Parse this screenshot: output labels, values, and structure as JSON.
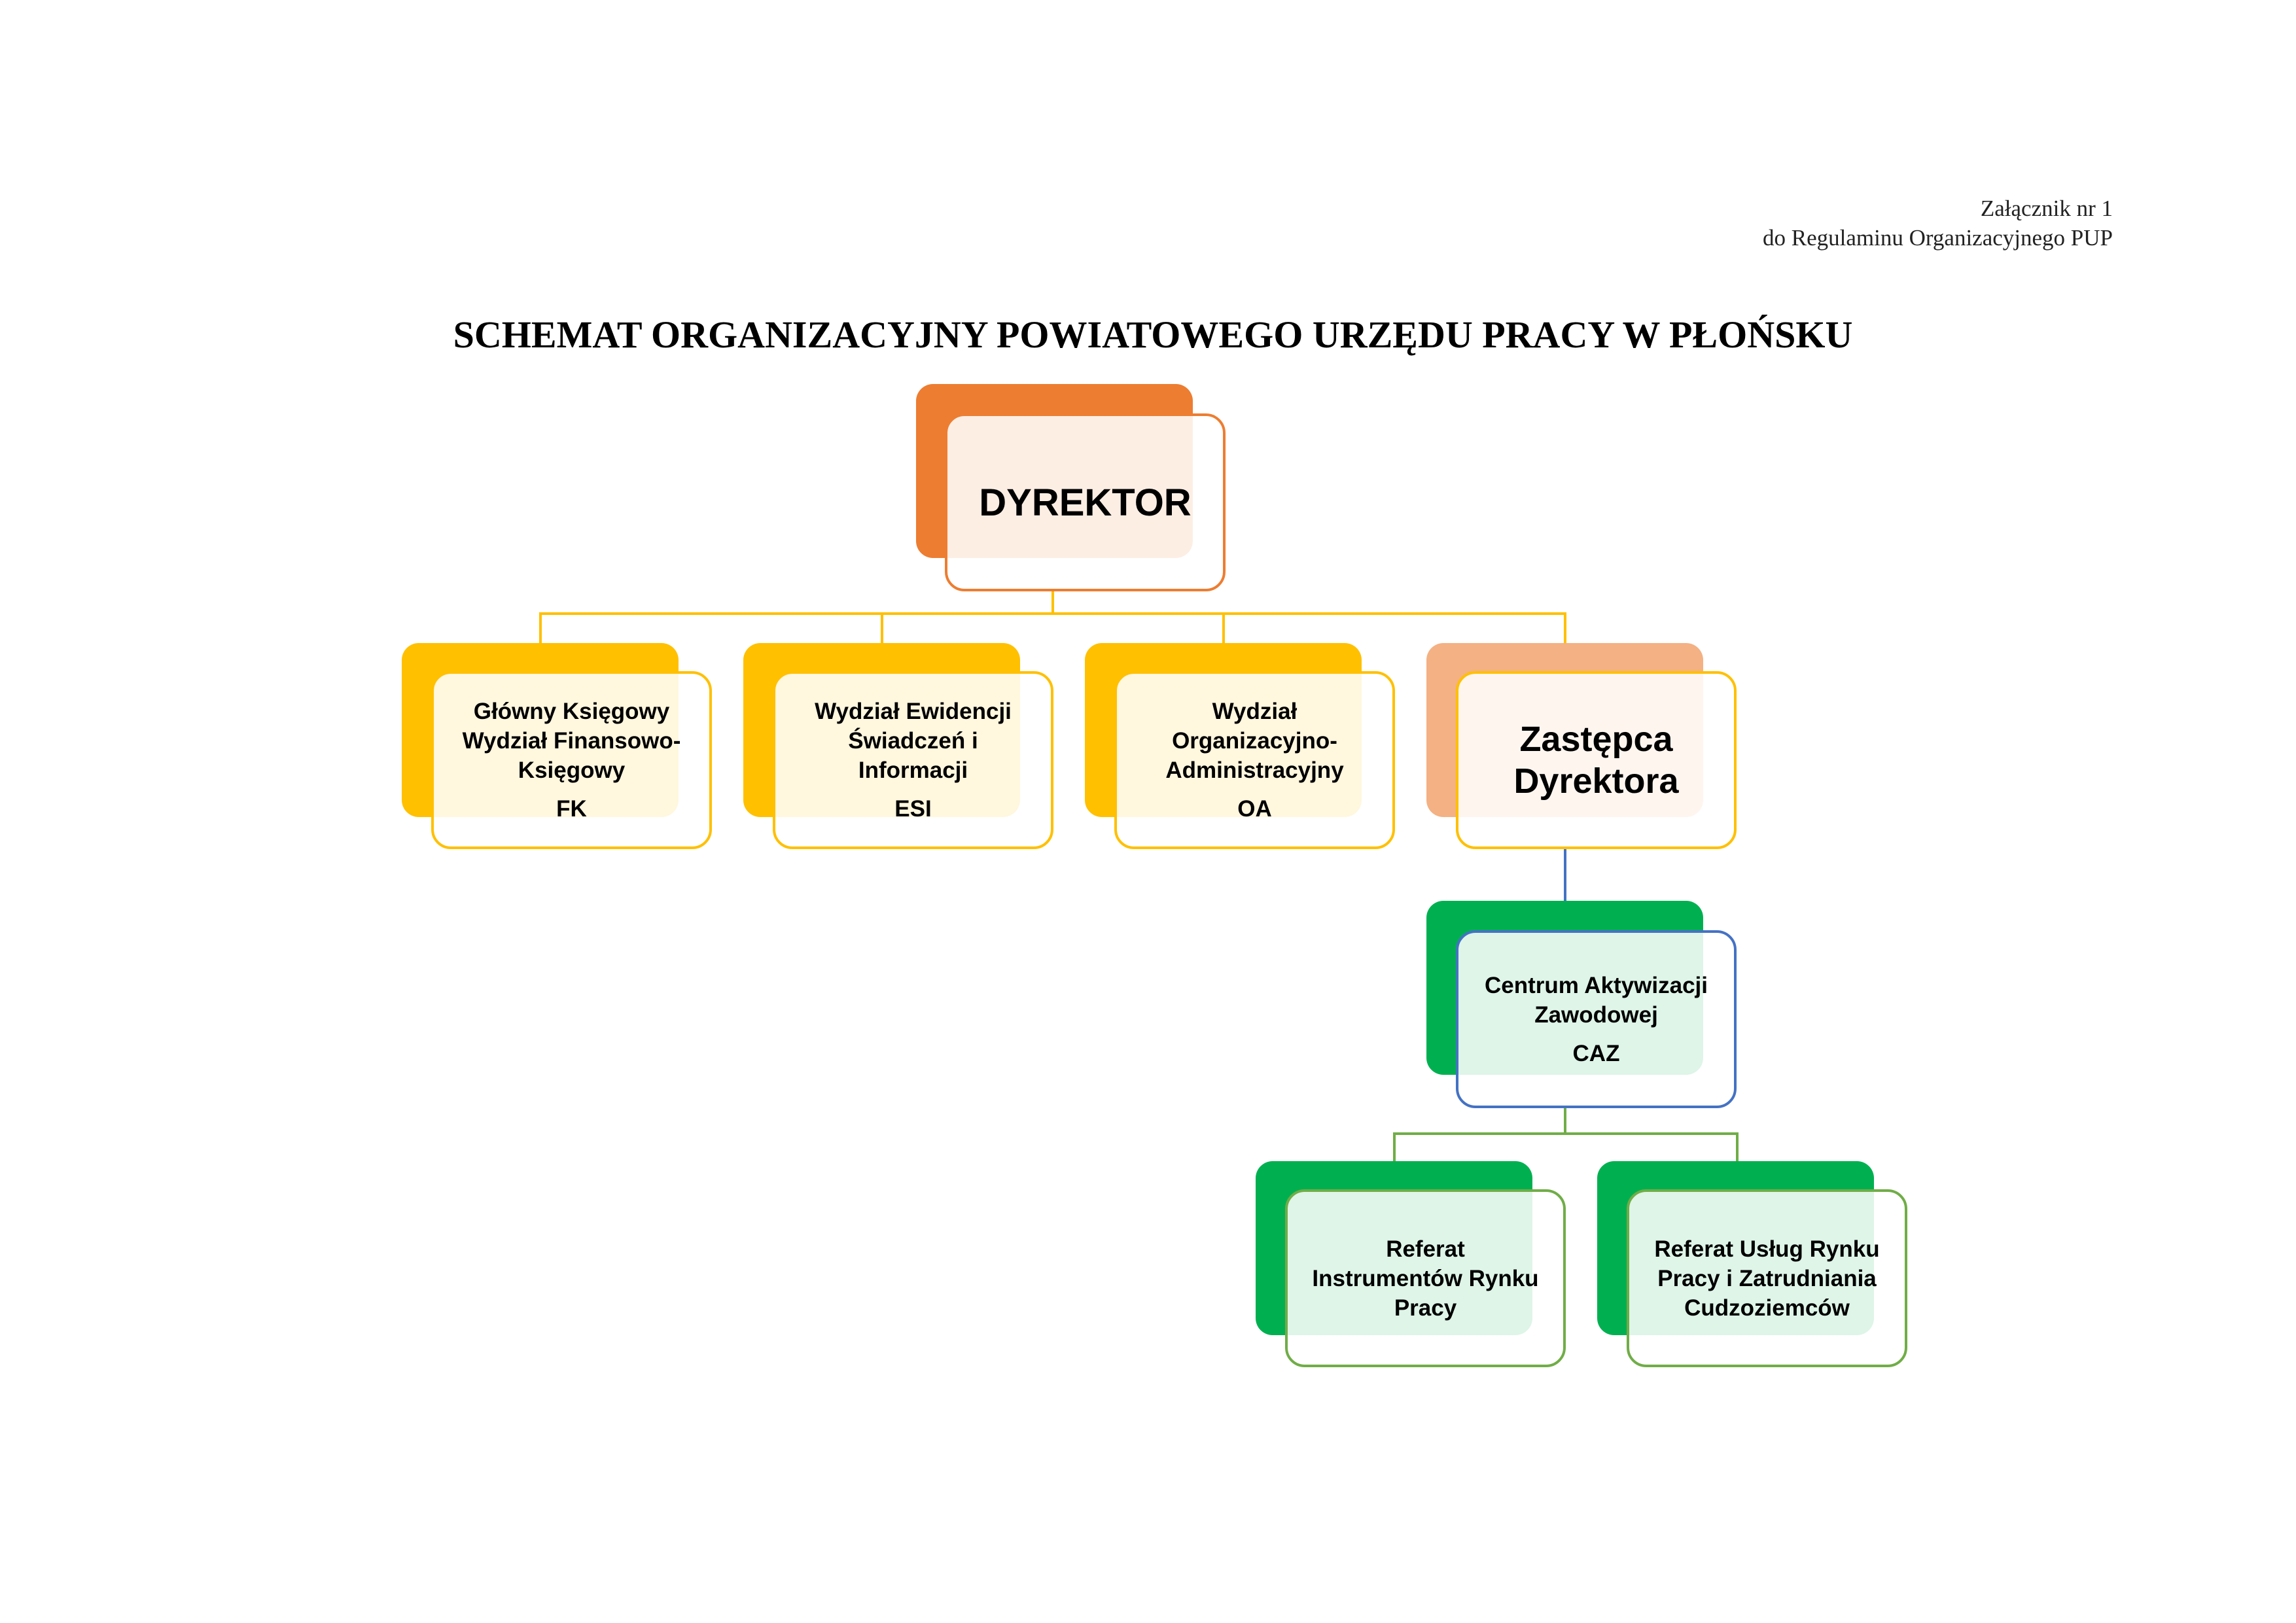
{
  "header": {
    "line1": "Załącznik nr 1",
    "line2": "do Regulaminu Organizacyjnego PUP"
  },
  "title": "SCHEMAT ORGANIZACYJNY POWIATOWEGO URZĘDU PRACY W PŁOŃSKU",
  "colors": {
    "orange": "#ED7D31",
    "yellow": "#FFC000",
    "light_orange": "#F4B183",
    "green": "#00B050",
    "blue": "#4472C4",
    "light_green": "#70AD47"
  },
  "nodes": {
    "dyrektor": {
      "label": "DYREKTOR"
    },
    "fk": {
      "line1": "Główny Księgowy",
      "line2": "Wydział Finansowo-",
      "line3": "Księgowy",
      "code": "FK"
    },
    "esi": {
      "line1": "Wydział Ewidencji",
      "line2": "Świadczeń i",
      "line3": "Informacji",
      "code": "ESI"
    },
    "oa": {
      "line1": "Wydział",
      "line2": "Organizacyjno-",
      "line3": "Administracyjny",
      "code": "OA"
    },
    "zastepca": {
      "line1": "Zastępca",
      "line2": "Dyrektora"
    },
    "caz": {
      "line1": "Centrum Aktywizacji",
      "line2": "Zawodowej",
      "code": "CAZ"
    },
    "rirp": {
      "line1": "Referat",
      "line2": "Instrumentów Rynku",
      "line3": "Pracy"
    },
    "rurp": {
      "line1": "Referat Usług Rynku",
      "line2": "Pracy i Zatrudniania",
      "line3": "Cudzoziemców"
    }
  }
}
